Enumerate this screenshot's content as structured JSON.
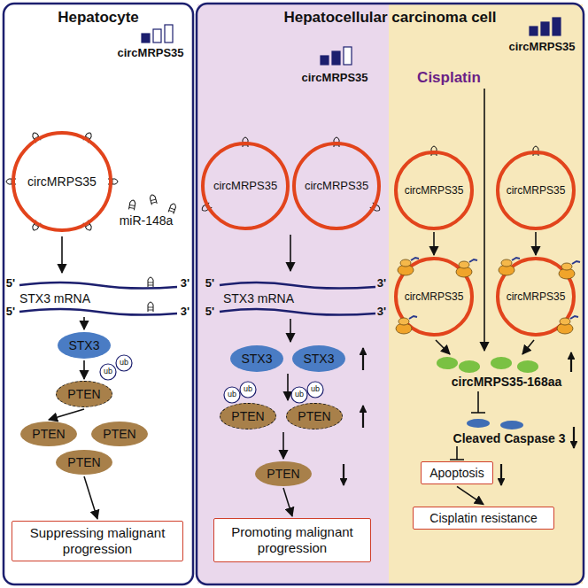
{
  "diagram": {
    "nodes": [
      {
        "text": [
          "Hepatocyte"
        ]
      },
      {
        "text": [
          "circMRPS35"
        ],
        "in": 0
      },
      {
        "text": [
          "STX3"
        ],
        "in": 0
      },
      {
        "text": [
          "PTEN"
        ],
        "in": 0
      },
      {
        "text": [
          "PTEN"
        ],
        "in": 0
      },
      {
        "text": [
          "PTEN"
        ],
        "in": 0
      },
      {
        "text": [
          "PTEN"
        ],
        "in": 0
      },
      {
        "text": [
          "Suppressing malignant progression"
        ],
        "in": 0
      },
      {
        "text": [
          "Hepatocellular carcinoma cell"
        ]
      },
      {
        "text": [
          "circMRPS35"
        ],
        "in": 8
      },
      {
        "text": [
          "circMRPS35"
        ],
        "in": 8
      },
      {
        "text": [
          "STX3"
        ],
        "in": 8
      },
      {
        "text": [
          "STX3"
        ],
        "in": 8
      },
      {
        "text": [
          "PTEN"
        ],
        "in": 8
      },
      {
        "text": [
          "PTEN"
        ],
        "in": 8
      },
      {
        "text": [
          "PTEN"
        ],
        "in": 8
      },
      {
        "text": [
          "Promoting malignant progression"
        ],
        "in": 8
      },
      {
        "text": [
          "circMRPS35"
        ],
        "in": 8
      },
      {
        "text": [
          "circMRPS35"
        ],
        "in": 8
      },
      {
        "text": [
          "circMRPS35"
        ],
        "in": 8
      },
      {
        "text": [
          "circMRPS35"
        ],
        "in": 8
      },
      {
        "text": [
          "Apoptosis"
        ],
        "in": 8
      },
      {
        "text": [
          "Cisplatin resistance"
        ],
        "in": 8
      }
    ],
    "edges": [
      {
        "from": 2,
        "to": 3,
        "arrow": "to"
      },
      {
        "from": 3,
        "to": 4,
        "arrow": "to"
      },
      {
        "from": 6,
        "to": 7,
        "arrow": "to"
      },
      {
        "from": 15,
        "to": 16,
        "arrow": "to"
      },
      {
        "from": 17,
        "to": 19,
        "arrow": "to"
      },
      {
        "from": 18,
        "to": 20,
        "arrow": "to"
      },
      {
        "from": 21,
        "to": 22,
        "arrow": "to"
      }
    ],
    "labels": [
      "circMRPS35",
      "miR-148a",
      "5'",
      "3'",
      "5'",
      "STX3 mRNA",
      "3'",
      "ub",
      "ub",
      "circMRPS35",
      "5'",
      "3'",
      "5'",
      "STX3 mRNA",
      "3'",
      "ub",
      "ub",
      "ub",
      "ub",
      "circMRPS35",
      "Cisplatin",
      "circMRPS35-168aa",
      "Cleaved Caspase 3"
    ]
  }
}
